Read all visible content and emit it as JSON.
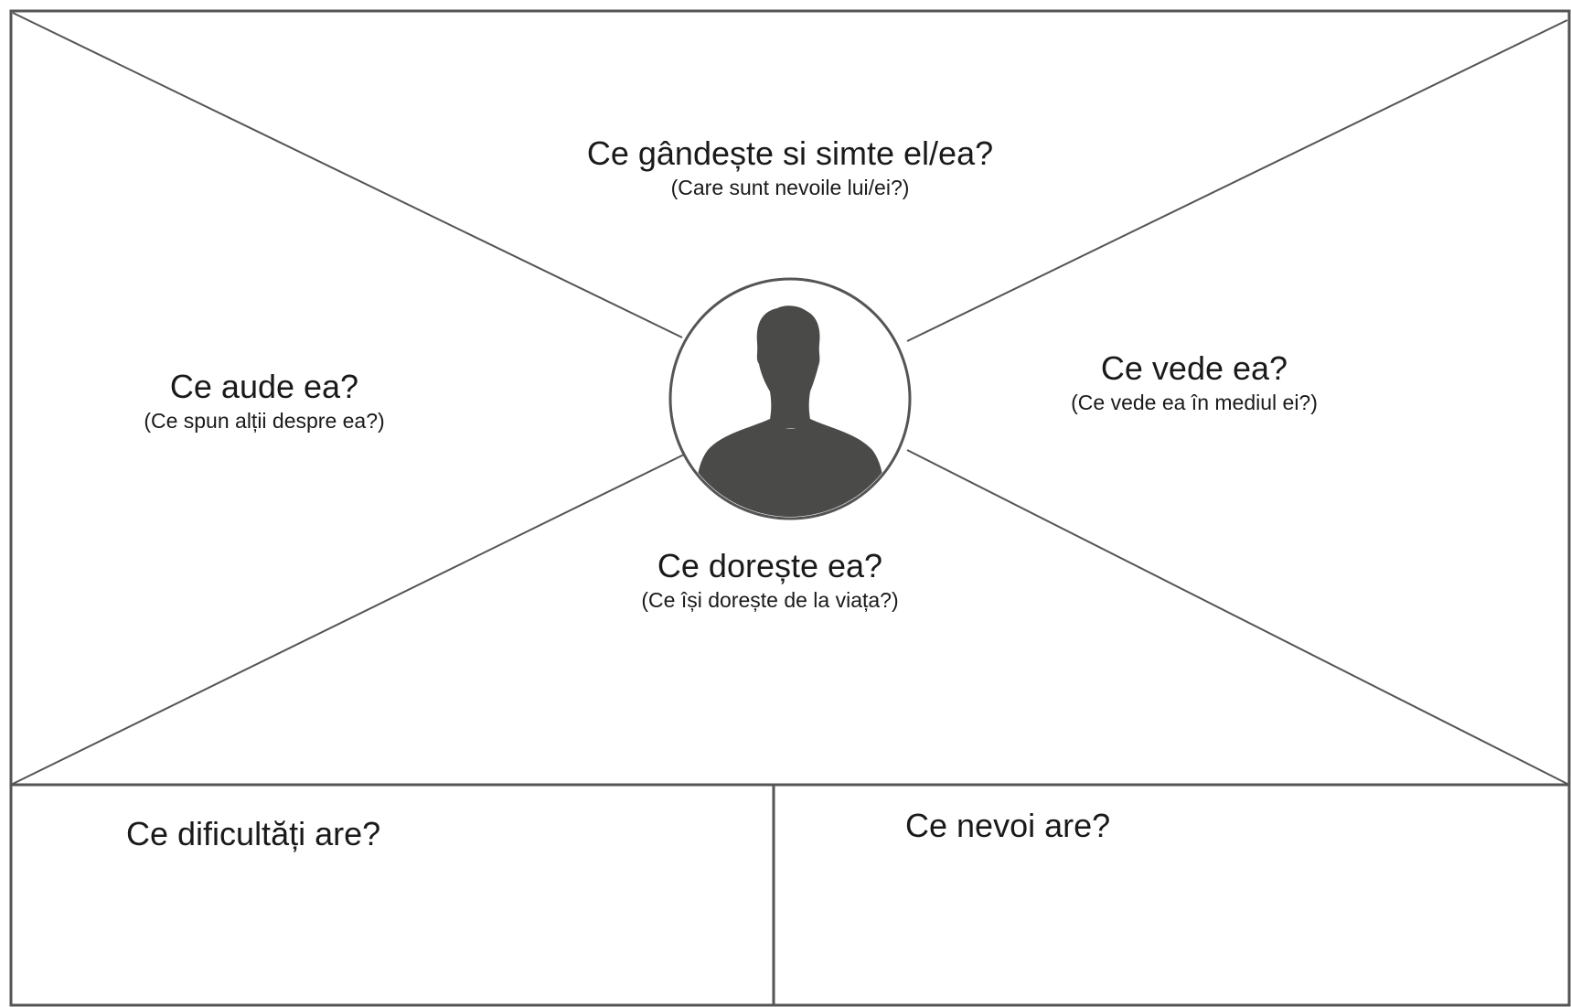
{
  "sections": {
    "thinks_feels": {
      "question": "Ce gândește si simte el/ea?",
      "sub": "(Care sunt nevoile lui/ei?)"
    },
    "hears": {
      "question": "Ce aude ea?",
      "sub": "(Ce spun alții despre ea?)"
    },
    "sees": {
      "question": "Ce vede ea?",
      "sub": "(Ce vede ea în mediul ei?)"
    },
    "wants": {
      "question": "Ce dorește ea?",
      "sub": "(Ce își dorește de la viața?)"
    },
    "pains": {
      "question": "Ce dificultăți are?"
    },
    "needs": {
      "question": "Ce nevoi are?"
    }
  },
  "center_icon": "person-silhouette-icon",
  "colors": {
    "line": "#555555",
    "silhouette": "#4a4a48",
    "text": "#1a1a1a"
  }
}
